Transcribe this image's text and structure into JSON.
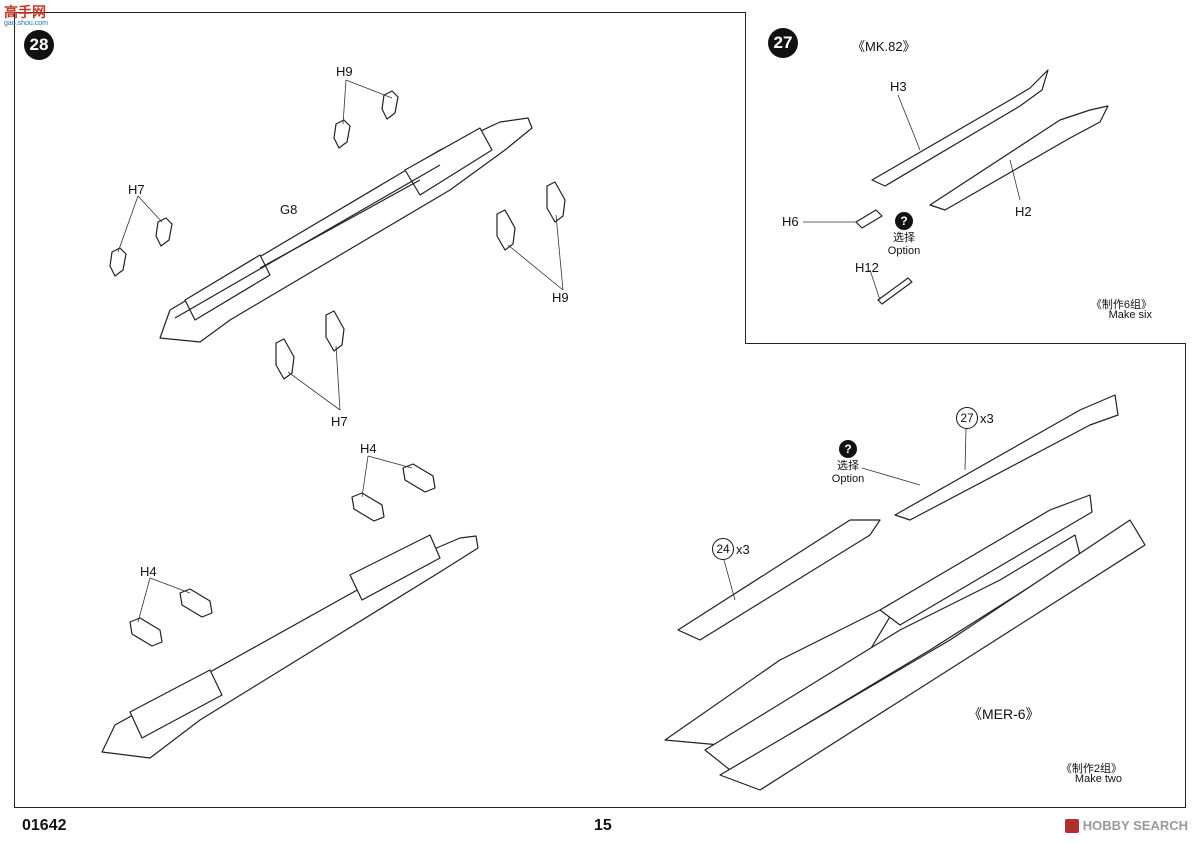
{
  "logo": {
    "text": "高手网",
    "url_text": "gao.shou.com"
  },
  "steps": {
    "main": "28",
    "inset": "27"
  },
  "inset": {
    "title": "《MK.82》",
    "labels": {
      "h3": "H3",
      "h2": "H2",
      "h6": "H6",
      "h12": "H12"
    },
    "option": {
      "icon": "?",
      "cn": "选择",
      "en": "Option"
    },
    "make": {
      "cn": "《制作6组》",
      "en": "Make six"
    }
  },
  "upper_rack": {
    "labels": {
      "h9_top": "H9",
      "h7_left": "H7",
      "g8": "G8",
      "h9_right": "H9",
      "h7_bottom": "H7"
    }
  },
  "lower_rack": {
    "labels": {
      "h4_top": "H4",
      "h4_left": "H4"
    }
  },
  "assembly": {
    "ref27": {
      "num": "27",
      "qty": "x3"
    },
    "ref24": {
      "num": "24",
      "qty": "x3"
    },
    "option": {
      "icon": "?",
      "cn": "选择",
      "en": "Option"
    },
    "mer": "《MER-6》",
    "make": {
      "cn": "《制作2组》",
      "en": "Make two"
    }
  },
  "footer": {
    "code": "01642",
    "page": "15"
  },
  "watermark": {
    "text": "HOBBY SEARCH"
  }
}
